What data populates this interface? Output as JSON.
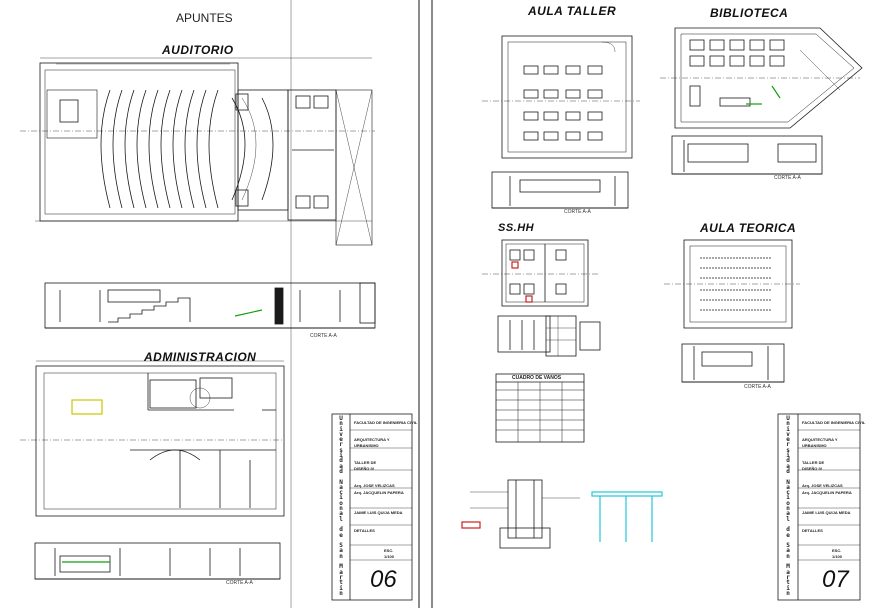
{
  "sheet_left": {
    "label_top": "APUNTES",
    "auditorio_title": "AUDITORIO",
    "administracion_title": "ADMINISTRACION",
    "corte_auditorio": "CORTE A-A",
    "corte_admin": "CORTE A-A",
    "university_lines": [
      "U",
      "n",
      "i",
      "v",
      "e",
      "r",
      "s",
      "i",
      "d",
      "a",
      "d",
      "",
      "N",
      "a",
      "c",
      "i",
      "o",
      "n",
      "a",
      "l",
      "",
      "d",
      "e",
      "",
      "S",
      "a",
      "n",
      "",
      "M",
      "a",
      "r",
      "t",
      "i",
      "n"
    ],
    "sheet_number": "06",
    "tb_rows": [
      "FACULTAD DE INGENIERIA CIVIL",
      "ARQUITECTURA Y",
      "URBANISMO",
      "TALLER DE",
      "DISEÑO IV",
      "Arq. JOSE VELIZCAS",
      "Arq. JACQUELIN PAPERA",
      "JAIME LUIS QUIJA MEDA",
      "DETALLES",
      "ESC.",
      "1/100"
    ]
  },
  "sheet_right": {
    "aula_taller_title": "AULA TALLER",
    "biblioteca_title": "BIBLIOTECA",
    "sshh_title": "SS.HH",
    "aula_teorica_title": "AULA TEORICA",
    "cuadro_title": "CUADRO DE VANOS",
    "corte_taller": "CORTE A-A",
    "corte_biblioteca": "CORTE A-A",
    "corte_teorica": "CORTE A-A",
    "university_lines": [
      "U",
      "n",
      "i",
      "v",
      "e",
      "r",
      "s",
      "i",
      "d",
      "a",
      "d",
      "",
      "N",
      "a",
      "c",
      "i",
      "o",
      "n",
      "a",
      "l",
      "",
      "d",
      "e",
      "",
      "S",
      "a",
      "n",
      "",
      "M",
      "a",
      "r",
      "t",
      "i",
      "n"
    ],
    "sheet_number": "07",
    "tb_rows": [
      "FACULTAD DE INGENIERIA CIVIL",
      "ARQUITECTURA Y",
      "URBANISMO",
      "TALLER DE",
      "DISEÑO IV",
      "Arq. JOSE VELIZCAS",
      "Arq. JACQUELIN PAPERA",
      "JAIME LUIS QUIJA MEDA",
      "DETALLES",
      "ESC.",
      "1/100"
    ]
  },
  "colors": {
    "ink": "#1a1a1a",
    "accent_green": "#10a010",
    "accent_cyan": "#20c8d8",
    "accent_red": "#cc2222"
  }
}
